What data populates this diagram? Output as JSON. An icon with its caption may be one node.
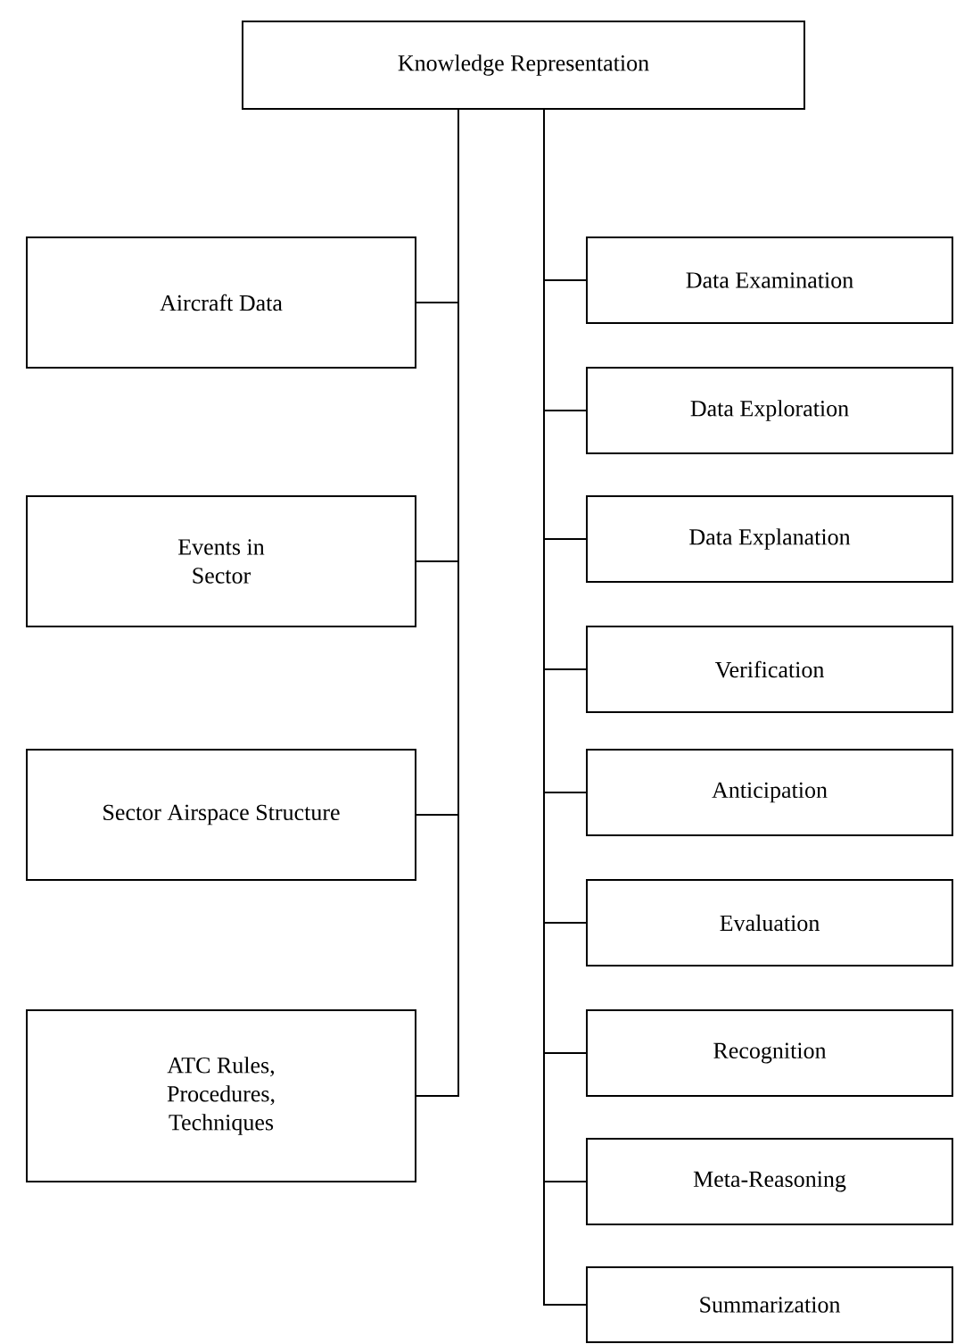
{
  "diagram": {
    "nodes": [
      {
        "text": [
          "Knowledge Representation"
        ]
      },
      {
        "text": [
          "Aircraft Data"
        ]
      },
      {
        "text": [
          "Events in Sector"
        ]
      },
      {
        "text": [
          "Sector Airspace Structure"
        ]
      },
      {
        "text": [
          "ATC Rules, Procedures, Techniques"
        ]
      },
      {
        "text": [
          "Data Examination"
        ]
      },
      {
        "text": [
          "Data Exploration"
        ]
      },
      {
        "text": [
          "Data Explanation"
        ]
      },
      {
        "text": [
          "Verification"
        ]
      },
      {
        "text": [
          "Anticipation"
        ]
      },
      {
        "text": [
          "Evaluation"
        ]
      },
      {
        "text": [
          "Recognition"
        ]
      },
      {
        "text": [
          "Meta-Reasoning"
        ]
      },
      {
        "text": [
          "Summarization"
        ]
      }
    ],
    "edges": [
      {
        "from": 0,
        "to": 1,
        "arrow": "none"
      },
      {
        "from": 0,
        "to": 2,
        "arrow": "none"
      },
      {
        "from": 0,
        "to": 3,
        "arrow": "none"
      },
      {
        "from": 0,
        "to": 4,
        "arrow": "none"
      },
      {
        "from": 0,
        "to": 5,
        "arrow": "none"
      },
      {
        "from": 0,
        "to": 6,
        "arrow": "none"
      },
      {
        "from": 0,
        "to": 7,
        "arrow": "none"
      },
      {
        "from": 0,
        "to": 8,
        "arrow": "none"
      },
      {
        "from": 0,
        "to": 9,
        "arrow": "none"
      },
      {
        "from": 0,
        "to": 10,
        "arrow": "none"
      },
      {
        "from": 0,
        "to": 11,
        "arrow": "none"
      },
      {
        "from": 0,
        "to": 12,
        "arrow": "none"
      },
      {
        "from": 0,
        "to": 13,
        "arrow": "none"
      }
    ]
  }
}
